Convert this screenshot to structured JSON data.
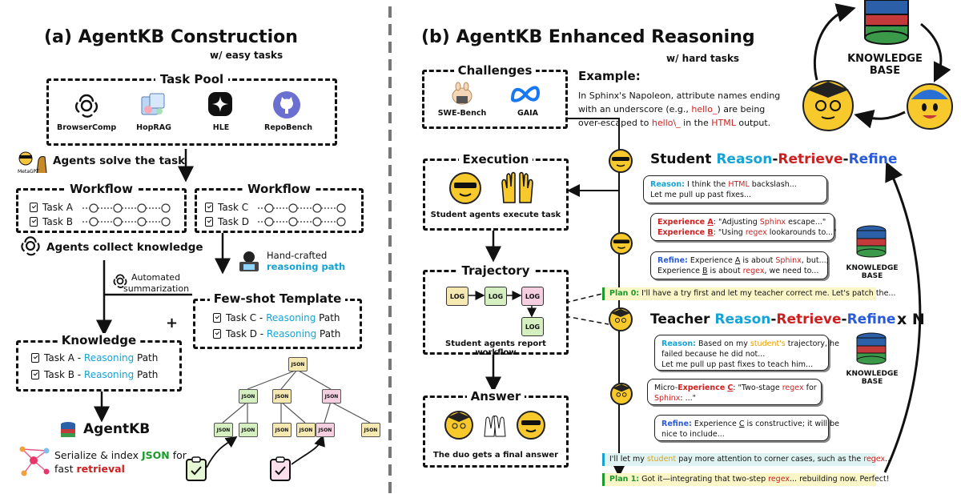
{
  "left": {
    "title": "(a) AgentKB Construction",
    "subtitle": "w/ easy tasks",
    "task_pool": {
      "title": "Task Pool",
      "items": [
        "BrowserComp",
        "HopRAG",
        "HLE",
        "RepoBench"
      ]
    },
    "agents_solve": "Agents solve the task",
    "workflow_left": {
      "title": "Workflow",
      "tasks": [
        "Task A",
        "Task B"
      ]
    },
    "workflow_right": {
      "title": "Workflow",
      "tasks": [
        "Task C",
        "Task D"
      ]
    },
    "agents_collect": "Agents collect knowledge",
    "automated": "Automated",
    "summarization": "summarization",
    "handcrafted": "Hand-crafted",
    "reasoning_path": "reasoning path",
    "fewshot": {
      "title": "Few-shot Template",
      "rows": [
        {
          "task": "Task C - ",
          "hl": "Reasoning",
          "rest": " Path"
        },
        {
          "task": "Task D - ",
          "hl": "Reasoning",
          "rest": " Path"
        }
      ]
    },
    "plus": "+",
    "knowledge": {
      "title": "Knowledge",
      "rows": [
        {
          "task": "Task A - ",
          "hl": "Reasoning",
          "rest": " Path"
        },
        {
          "task": "Task B - ",
          "hl": "Reasoning",
          "rest": " Path"
        }
      ]
    },
    "agentkb": "AgentKB",
    "serialize_1": "Serialize & index ",
    "serialize_json": "JSON",
    "serialize_2": " for",
    "serialize_3": "fast ",
    "serialize_retrieval": "retrieval",
    "json_label": "JSON"
  },
  "right": {
    "title": "(b) AgentKB Enhanced Reasoning",
    "subtitle": "w/ hard tasks",
    "challenges": {
      "title": "Challenges",
      "items": [
        "SWE-Bench",
        "GAIA"
      ]
    },
    "example_title": "Example:",
    "example_lines": [
      "In Sphinx's Napoleon, attribute names ending",
      "with an underscore (e.g., ",
      "hello_",
      ") are being",
      "over-escaped to ",
      "hello\\_",
      " in the ",
      "HTML",
      " output."
    ],
    "execution": {
      "title": "Execution",
      "caption": "Student agents execute task"
    },
    "trajectory": {
      "title": "Trajectory",
      "caption": "Student agents report workflow",
      "log": "LOG"
    },
    "answer": {
      "title": "Answer",
      "caption": "The duo gets a final answer"
    },
    "student_header": {
      "w1": "Student ",
      "w2": "Reason",
      "d1": "-",
      "w3": "Retrieve",
      "d2": "-",
      "w4": "Refine"
    },
    "teacher_header": {
      "w1": "Teacher ",
      "w2": "Reason",
      "d1": "-",
      "w3": "Retrieve",
      "d2": "-",
      "w4": "Refine"
    },
    "s_reason": {
      "k": "Reason:",
      "t1": " I think the ",
      "hl": "HTML",
      "t2": " backslash...",
      "l2": "Let me pull up past fixes..."
    },
    "s_exp": {
      "a1": "Experience ",
      "aA": "A",
      "a2": ": \"Adjusting ",
      "aS": "Sphinx",
      "a3": " escape...\"",
      "b1": "Experience ",
      "bB": "B",
      "b2": ": \"Using ",
      "bR": "regex",
      "b3": " lookarounds to...\""
    },
    "s_refine": {
      "k": "Refine:",
      "t1": " Experience ",
      "A": "A",
      "t2": " is about ",
      "S": "Sphinx",
      "t3": ", but...;",
      "t4": "Experience ",
      "B": "B",
      "t5": " is about ",
      "R": "regex",
      "t6": ", we need to..."
    },
    "plan0": {
      "k": "Plan 0:",
      "t": " I'll have a try first and let my teacher correct me. Let's patch the..."
    },
    "t_reason": {
      "k": "Reason:",
      "t1": " Based on my ",
      "st": "student's",
      "t2": " trajectory, he",
      "l2": "failed because he did not...",
      "l3": "Let me pull up past fixes to teach him..."
    },
    "t_micro": {
      "t1": "Micro-",
      "e": "Experience",
      "t2": " ",
      "C": "C",
      "t3": ": \"Two-stage ",
      "r": "regex",
      "t4": " for",
      "l2": "Sphinx",
      "l2b": ": ...\""
    },
    "t_refine": {
      "k": "Refine:",
      "t1": " Experience ",
      "C": "C",
      "t2": " is constructive; it will be",
      "l2": "nice to include..."
    },
    "plan_student": {
      "t1": "I'll let my ",
      "st": "student",
      "t2": " pay more attention to corner cases, such as the ",
      "r": "regex",
      "t3": "..."
    },
    "plan1": {
      "k": "Plan 1:",
      "t1": " Got it—integrating that two-step ",
      "r": "regex",
      "t2": "... rebuilding now. Perfect!"
    },
    "kb_label_1": "KNOWLEDGE",
    "kb_label_2": "BASE",
    "xn": "x N",
    "top_kb_1": "KNOWLEDGE",
    "top_kb_2": "BASE"
  },
  "colors": {
    "blue": "#16a3d4",
    "red": "#cc1f1f",
    "green": "#1a9a2a",
    "yellow": "#f7c92c"
  }
}
